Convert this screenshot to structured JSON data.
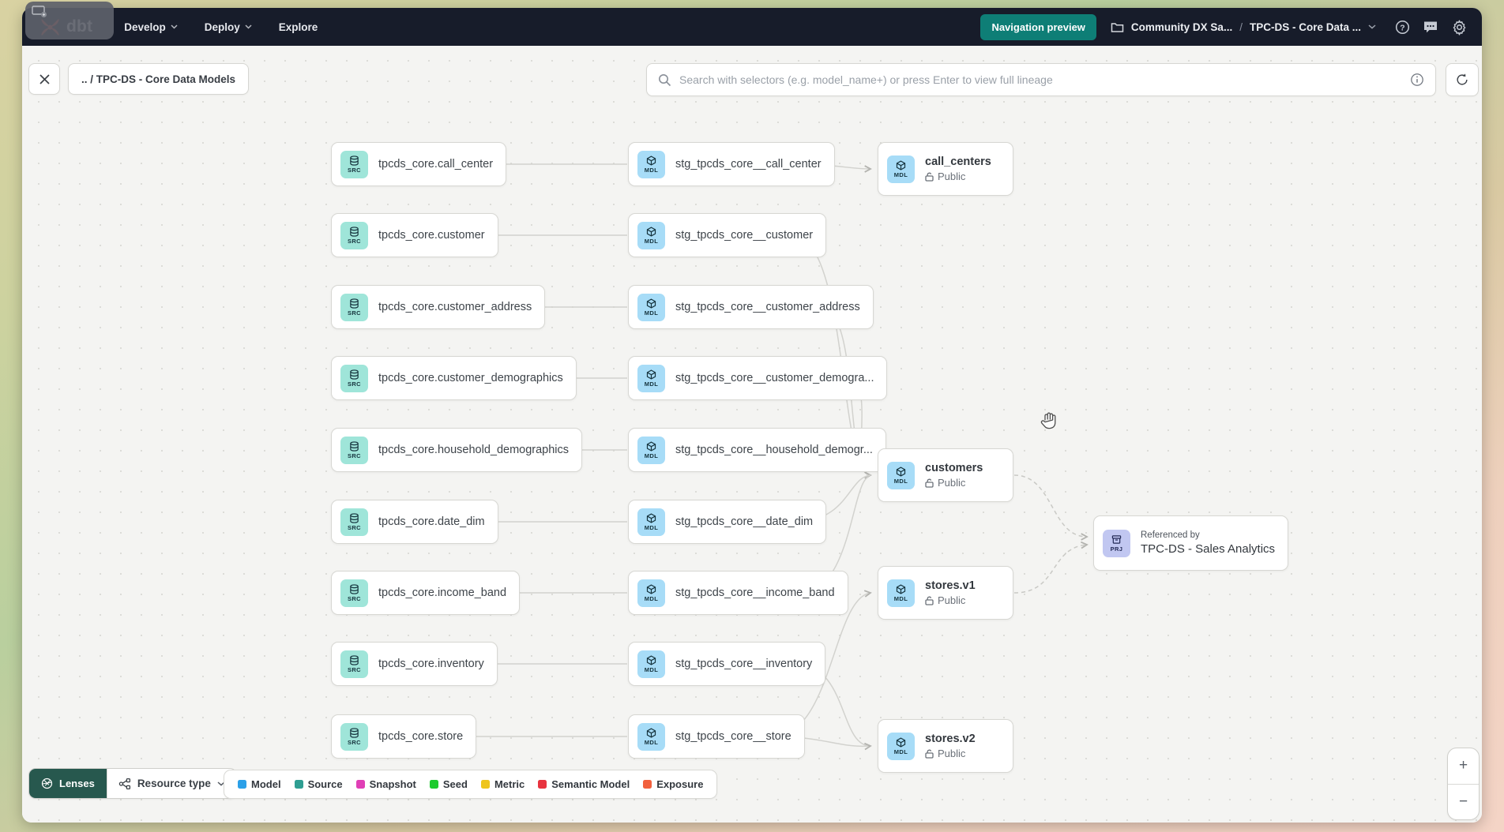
{
  "navbar": {
    "logo_text": "dbt",
    "links": [
      {
        "label": "Develop"
      },
      {
        "label": "Deploy"
      },
      {
        "label": "Explore"
      }
    ],
    "preview_button": "Navigation preview",
    "breadcrumb": {
      "project": "Community DX Sa...",
      "separator": "/",
      "page": "TPC-DS - Core Data ..."
    }
  },
  "toolbar": {
    "lineage_breadcrumb": ".. / TPC-DS - Core Data Models",
    "search_placeholder": "Search with selectors (e.g. model_name+) or press Enter to view full lineage"
  },
  "graph": {
    "badges": {
      "src": "SRC",
      "mdl": "MDL",
      "prj": "PRJ"
    },
    "source_nodes": [
      "tpcds_core.call_center",
      "tpcds_core.customer",
      "tpcds_core.customer_address",
      "tpcds_core.customer_demographics",
      "tpcds_core.household_demographics",
      "tpcds_core.date_dim",
      "tpcds_core.income_band",
      "tpcds_core.inventory",
      "tpcds_core.store"
    ],
    "staging_nodes": [
      "stg_tpcds_core__call_center",
      "stg_tpcds_core__customer",
      "stg_tpcds_core__customer_address",
      "stg_tpcds_core__customer_demogra...",
      "stg_tpcds_core__household_demogr...",
      "stg_tpcds_core__date_dim",
      "stg_tpcds_core__income_band",
      "stg_tpcds_core__inventory",
      "stg_tpcds_core__store"
    ],
    "public_nodes": [
      {
        "label": "call_centers",
        "access": "Public"
      },
      {
        "label": "customers",
        "access": "Public"
      },
      {
        "label": "stores.v1",
        "access": "Public"
      },
      {
        "label": "stores.v2",
        "access": "Public"
      }
    ],
    "project_node": {
      "caption": "Referenced by",
      "label": "TPC-DS - Sales Analytics"
    }
  },
  "footer": {
    "lenses_label": "Lenses",
    "resource_type_label": "Resource type",
    "legend": [
      {
        "label": "Model",
        "color": "#2ba0e8"
      },
      {
        "label": "Source",
        "color": "#2f9e92"
      },
      {
        "label": "Snapshot",
        "color": "#e03fb6"
      },
      {
        "label": "Seed",
        "color": "#1ecb2e"
      },
      {
        "label": "Metric",
        "color": "#eec51c"
      },
      {
        "label": "Semantic Model",
        "color": "#e8333f"
      },
      {
        "label": "Exposure",
        "color": "#f2603d"
      }
    ]
  },
  "zoom_controls": {
    "zoom_in": "+",
    "zoom_out": "−"
  },
  "colors": {
    "accent_teal": "#0e7e76",
    "lenses_green": "#27584e",
    "navbar": "#171c2a"
  }
}
